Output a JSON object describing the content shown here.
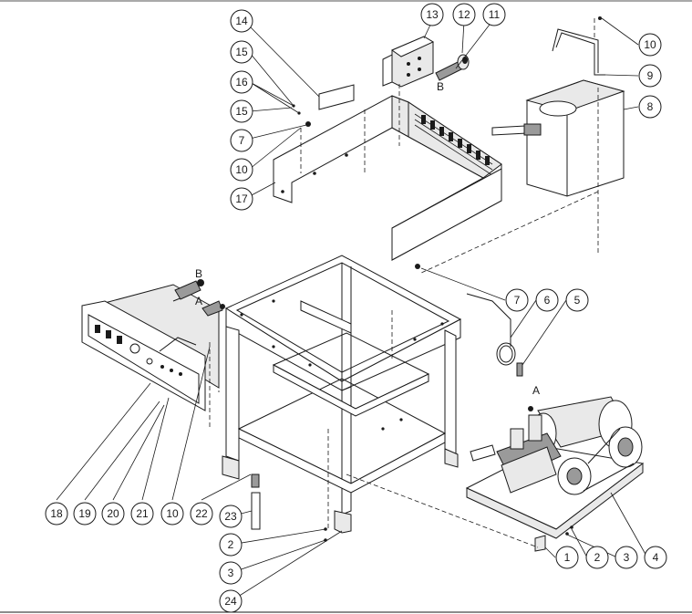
{
  "callouts": [
    {
      "id": "c14",
      "text": "14"
    },
    {
      "id": "c13",
      "text": "13"
    },
    {
      "id": "c12",
      "text": "12"
    },
    {
      "id": "c11",
      "text": "11"
    },
    {
      "id": "c10a",
      "text": "10"
    },
    {
      "id": "c15a",
      "text": "15"
    },
    {
      "id": "c9",
      "text": "9"
    },
    {
      "id": "c16",
      "text": "16"
    },
    {
      "id": "c8",
      "text": "8"
    },
    {
      "id": "c15b",
      "text": "15"
    },
    {
      "id": "c7a",
      "text": "7"
    },
    {
      "id": "c10b",
      "text": "10"
    },
    {
      "id": "c17",
      "text": "17"
    },
    {
      "id": "c7b",
      "text": "7"
    },
    {
      "id": "c6",
      "text": "6"
    },
    {
      "id": "c5",
      "text": "5"
    },
    {
      "id": "c18",
      "text": "18"
    },
    {
      "id": "c19",
      "text": "19"
    },
    {
      "id": "c20",
      "text": "20"
    },
    {
      "id": "c21",
      "text": "21"
    },
    {
      "id": "c10c",
      "text": "10"
    },
    {
      "id": "c22",
      "text": "22"
    },
    {
      "id": "c23",
      "text": "23"
    },
    {
      "id": "c2a",
      "text": "2"
    },
    {
      "id": "c3a",
      "text": "3"
    },
    {
      "id": "c24",
      "text": "24"
    },
    {
      "id": "c1",
      "text": "1"
    },
    {
      "id": "c2b",
      "text": "2"
    },
    {
      "id": "c3b",
      "text": "3"
    },
    {
      "id": "c4",
      "text": "4"
    }
  ],
  "letters": {
    "b_top": "B",
    "b_left": "B",
    "a_left": "A",
    "a_pump": "A"
  }
}
